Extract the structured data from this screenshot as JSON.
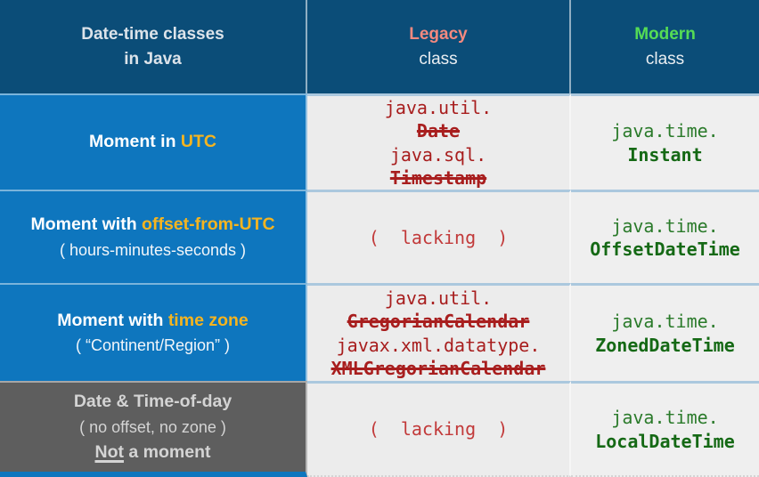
{
  "palette": {
    "header_bg": "#0B4D78",
    "row_blue": "#0E76BE",
    "row_gray_dark": "#5E5E5E",
    "cell_gray_legacy": "#ECECEC",
    "cell_gray_modern": "#EFEFEF",
    "accent_yellow": "#F5B41F",
    "legacy_accent": "#F4897F",
    "modern_accent": "#55DC55",
    "legacy_code_red": "#A81E1E",
    "lacking_red": "#C23A3A",
    "modern_code_green": "#156915"
  },
  "header": {
    "title_line1": "Date-time classes",
    "title_line2": "in Java",
    "legacy": "Legacy",
    "modern": "Modern",
    "class_word": "class"
  },
  "rows": [
    {
      "label_prefix": "Moment in ",
      "label_highlight": "UTC",
      "legacy_lines": [
        {
          "text": "java.util."
        },
        {
          "text": "Date",
          "struck": true
        },
        {
          "text": "java.sql."
        },
        {
          "text": "Timestamp",
          "struck": true
        }
      ],
      "modern_pkg": "java.time.",
      "modern_class": "Instant"
    },
    {
      "label_prefix": "Moment with ",
      "label_highlight": "offset-from-UTC",
      "label_note": "( hours-minutes-seconds )",
      "legacy_lacking": "(  lacking  )",
      "modern_pkg": "java.time.",
      "modern_class": "OffsetDateTime"
    },
    {
      "label_prefix": "Moment with ",
      "label_highlight": "time zone",
      "label_note": "( “Continent/Region” )",
      "legacy_lines": [
        {
          "text": "java.util."
        },
        {
          "text": "GregorianCalendar",
          "struck": true
        },
        {
          "text": "javax.xml.datatype."
        },
        {
          "text": "XMLGregorianCalendar",
          "struck": true
        }
      ],
      "modern_pkg": "java.time.",
      "modern_class": "ZonedDateTime"
    },
    {
      "label_title": "Date & Time-of-day",
      "label_note": "( no offset, no zone )",
      "label_emph_underlined": "Not",
      "label_emph_rest": " a moment",
      "legacy_lacking": "(  lacking  )",
      "modern_pkg": "java.time.",
      "modern_class": "LocalDateTime"
    }
  ],
  "chart_data": {
    "type": "table",
    "title": "Date-time classes in Java",
    "columns": [
      "Date-time classes in Java",
      "Legacy class",
      "Modern class"
    ],
    "rows": [
      {
        "concept": "Moment in UTC",
        "legacy": [
          "java.util.Date (deprecated/struck)",
          "java.sql.Timestamp (deprecated/struck)"
        ],
        "modern": "java.time.Instant"
      },
      {
        "concept": "Moment with offset-from-UTC ( hours-minutes-seconds )",
        "legacy": [
          "( lacking )"
        ],
        "modern": "java.time.OffsetDateTime"
      },
      {
        "concept": "Moment with time zone ( “Continent/Region” )",
        "legacy": [
          "java.util.GregorianCalendar (deprecated/struck)",
          "javax.xml.datatype.XMLGregorianCalendar (deprecated/struck)"
        ],
        "modern": "java.time.ZonedDateTime"
      },
      {
        "concept": "Date & Time-of-day ( no offset, no zone ) Not a moment",
        "legacy": [
          "( lacking )"
        ],
        "modern": "java.time.LocalDateTime"
      }
    ]
  }
}
